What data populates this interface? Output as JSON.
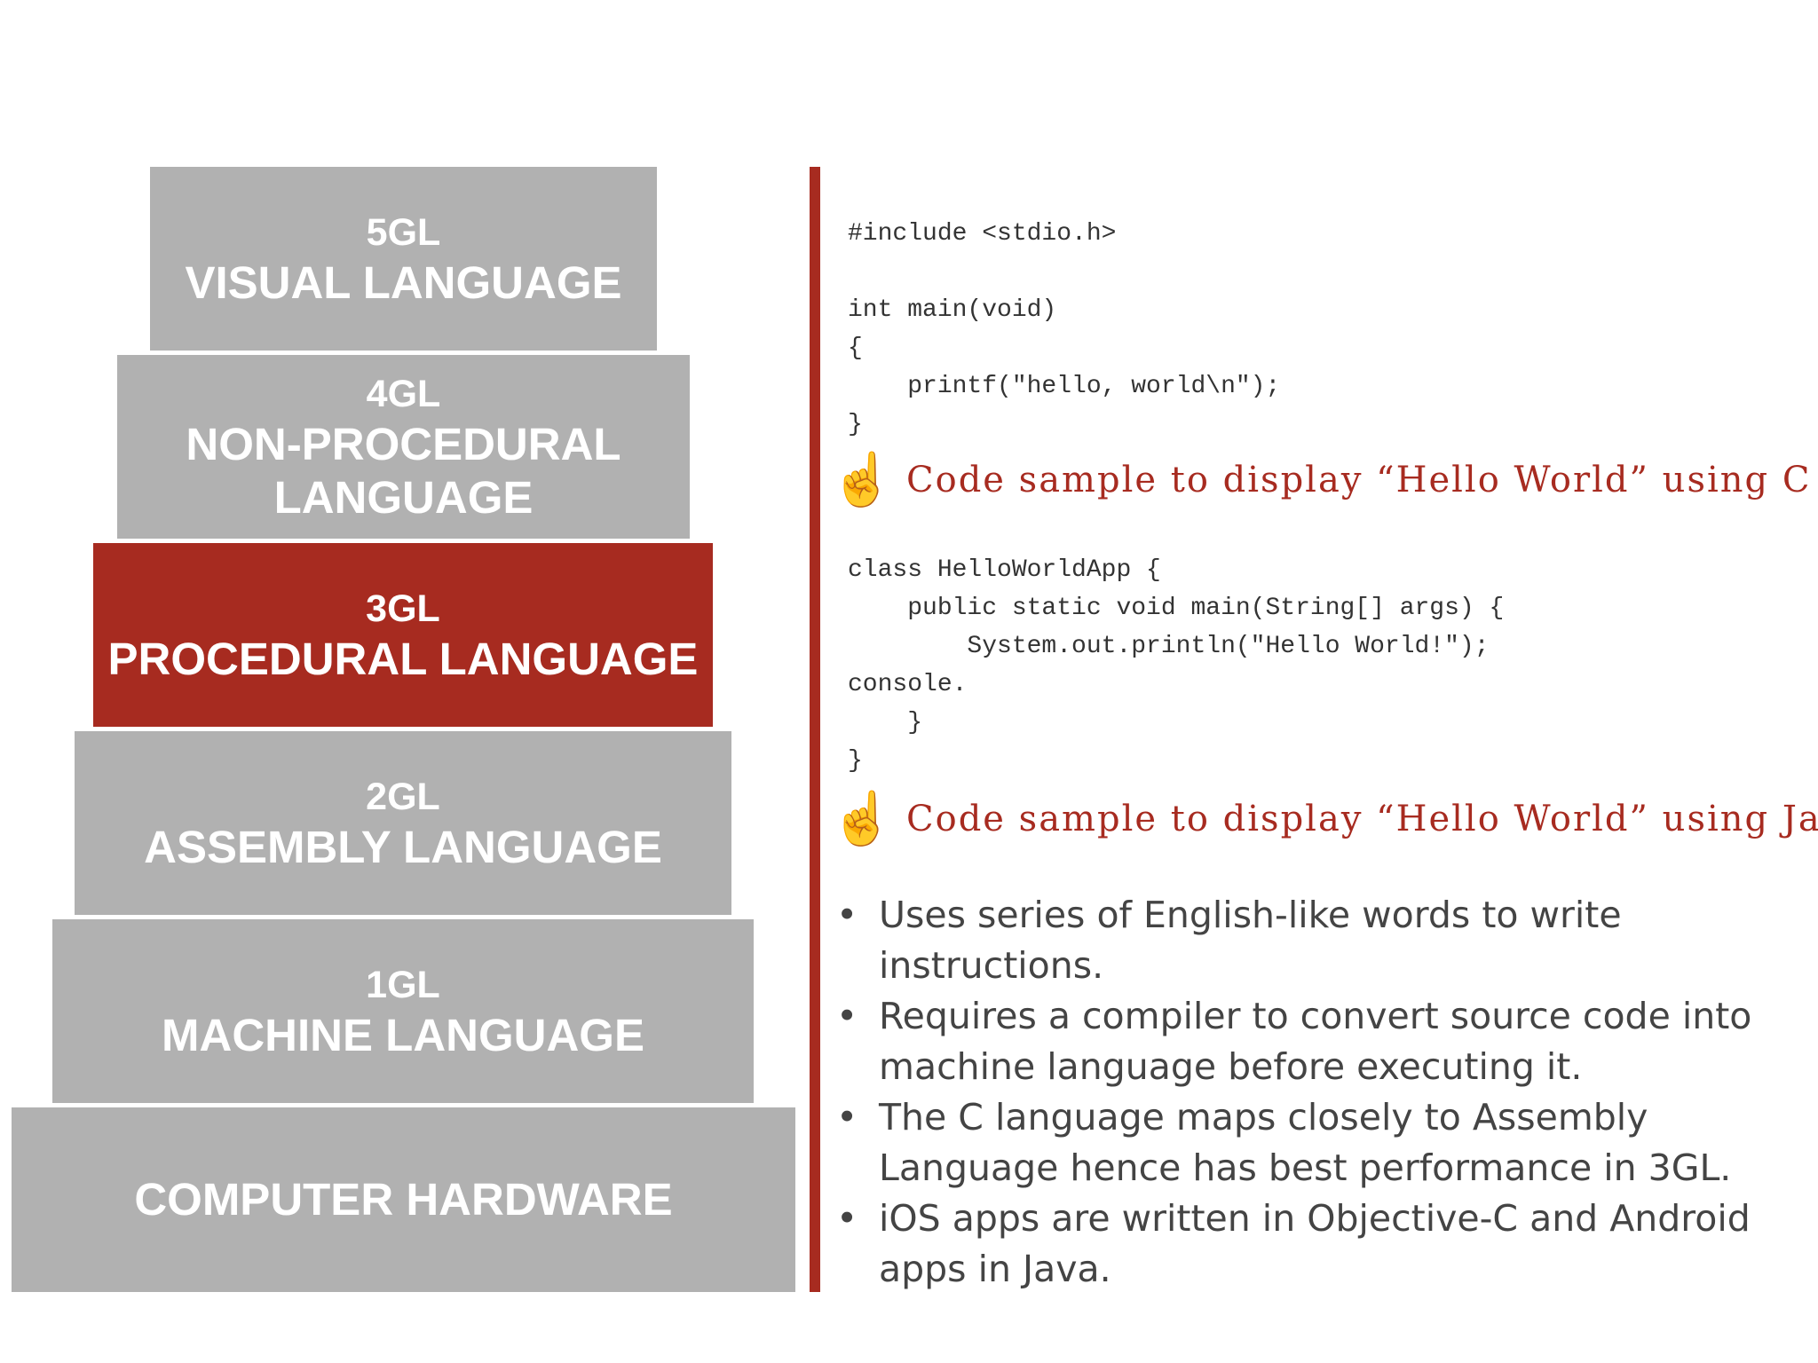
{
  "tiers": [
    {
      "level": "5GL",
      "name": "VISUAL LANGUAGE"
    },
    {
      "level": "4GL",
      "name": "NON-PROCEDURAL LANGUAGE"
    },
    {
      "level": "3GL",
      "name": "PROCEDURAL LANGUAGE",
      "active": true
    },
    {
      "level": "2GL",
      "name": "ASSEMBLY LANGUAGE"
    },
    {
      "level": "1GL",
      "name": "MACHINE LANGUAGE"
    },
    {
      "level": "",
      "name": "COMPUTER HARDWARE"
    }
  ],
  "colors": {
    "active": "#a72b20",
    "inactive": "#b1b1b1",
    "divider": "#a72b20",
    "caption": "#a72b20"
  },
  "code_c": "#include <stdio.h>\n\nint main(void)\n{\n    printf(\"hello, world\\n\");\n}",
  "caption_c": "Code sample to display “Hello World” using C",
  "code_java": "class HelloWorldApp {\n    public static void main(String[] args) {\n        System.out.println(\"Hello World!\");\nconsole.\n    }\n}",
  "caption_java": "Code sample to display “Hello World” using Java",
  "caption_icon": "pointing-up-hand-icon",
  "bullets": [
    "Uses series of English-like words to write instructions.",
    "Requires a compiler to convert source code into machine language before executing it.",
    "The C language maps closely to Assembly Language hence has best performance in 3GL.",
    "iOS apps are written in Objective-C and Android apps in Java."
  ]
}
